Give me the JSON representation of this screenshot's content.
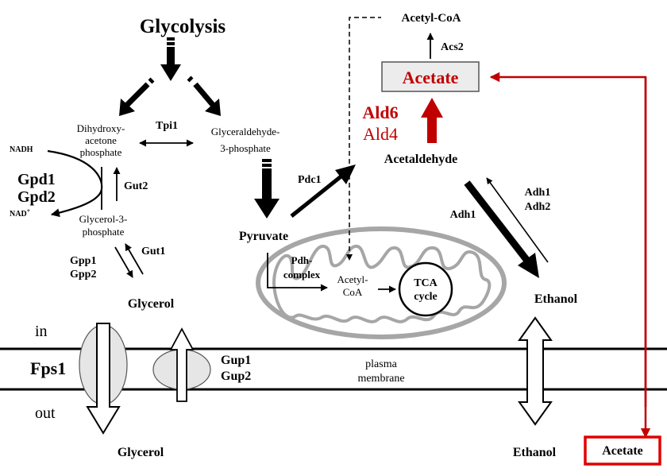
{
  "labels": {
    "glycolysis": "Glycolysis",
    "dhap_1": "Dihydroxy-",
    "dhap_2": "acetone",
    "dhap_3": "phosphate",
    "tpi1": "Tpi1",
    "g3p_1": "Glyceraldehyde-",
    "g3p_2": "3-phosphate",
    "nadh": "NADH",
    "nad_main": "NAD",
    "nad_sup": "+",
    "gpd1": "Gpd1",
    "gpd2": "Gpd2",
    "gut2": "Gut2",
    "glycerol3p_1": "Glycerol-3-",
    "glycerol3p_2": "phosphate",
    "gpp1": "Gpp1",
    "gpp2": "Gpp2",
    "gut1": "Gut1",
    "glycerol_in": "Glycerol",
    "pyruvate": "Pyruvate",
    "pdc1": "Pdc1",
    "pdh_1": "Pdh-",
    "pdh_2": "complex",
    "acetylcoa_mito_1": "Acetyl-",
    "acetylcoa_mito_2": "CoA",
    "tca_1": "TCA",
    "tca_2": "cycle",
    "acetylcoa_top": "Acetyl-CoA",
    "acs2": "Acs2",
    "acetate_in": "Acetate",
    "ald6": "Ald6",
    "ald4": "Ald4",
    "acetaldehyde": "Acetaldehyde",
    "adh1_left": "Adh1",
    "adh1_right": "Adh1",
    "adh2": "Adh2",
    "ethanol_in": "Ethanol",
    "in": "in",
    "out": "out",
    "fps1": "Fps1",
    "gup1": "Gup1",
    "gup2": "Gup2",
    "plasma_1": "plasma",
    "plasma_2": "membrane",
    "glycerol_out": "Glycerol",
    "ethanol_out": "Ethanol",
    "acetate_out": "Acetate"
  },
  "colors": {
    "highlight_red": "#c00000",
    "membrane_line": "#000000",
    "mito_outline": "#a6a6a6",
    "transporter_fill": "#e6e6e6",
    "acetate_box_fill": "#ececec"
  }
}
